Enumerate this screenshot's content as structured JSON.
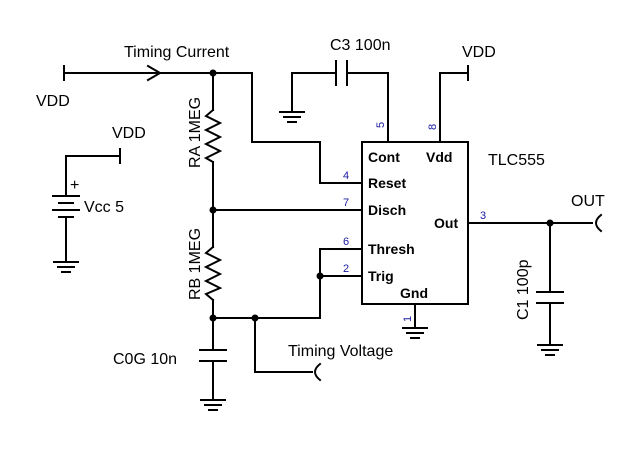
{
  "labels": {
    "timing_current": "Timing Current",
    "c3": "C3 100n",
    "vdd_top_right": "VDD",
    "vdd_left": "VDD",
    "vdd_battery": "VDD",
    "vcc": "Vcc 5",
    "ra": "RA 1MEG",
    "rb": "RB 1MEG",
    "c0g": "C0G 10n",
    "timing_voltage": "Timing Voltage",
    "c1": "C1 100p",
    "out": "OUT",
    "ic_name": "TLC555"
  },
  "ic": {
    "pins": {
      "cont": "Cont",
      "vdd": "Vdd",
      "reset": "Reset",
      "disch": "Disch",
      "out": "Out",
      "thresh": "Thresh",
      "trig": "Trig",
      "gnd": "Gnd"
    },
    "pin_numbers": {
      "cont": "5",
      "vdd": "8",
      "reset": "4",
      "disch": "7",
      "out": "3",
      "thresh": "6",
      "trig": "2",
      "gnd": "1"
    }
  },
  "battery_plus": "+"
}
